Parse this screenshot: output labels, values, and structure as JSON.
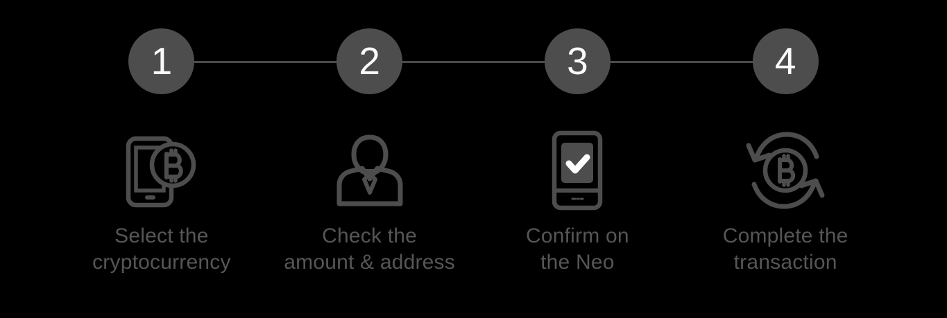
{
  "page": {
    "title": "Crypto transaction steps",
    "background_color": "#000000"
  },
  "colors": {
    "circle_fill": "#4d4d4d",
    "circle_number": "#fafafa",
    "connector_line": "#4a4a4a",
    "icon_stroke": "#4d4d4d",
    "label_text": "#565656",
    "check_mark": "#ffffff"
  },
  "connector": {
    "name": "step-connector-line"
  },
  "steps": [
    {
      "number": "1",
      "icon": "phone-bitcoin-icon",
      "label": "Select the\ncryptocurrency"
    },
    {
      "number": "2",
      "icon": "person-suit-icon",
      "label": "Check the\namount & address"
    },
    {
      "number": "3",
      "icon": "device-checkmark-icon",
      "label": "Confirm on\nthe Neo"
    },
    {
      "number": "4",
      "icon": "bitcoin-exchange-arrows-icon",
      "label": "Complete the\ntransaction"
    }
  ]
}
